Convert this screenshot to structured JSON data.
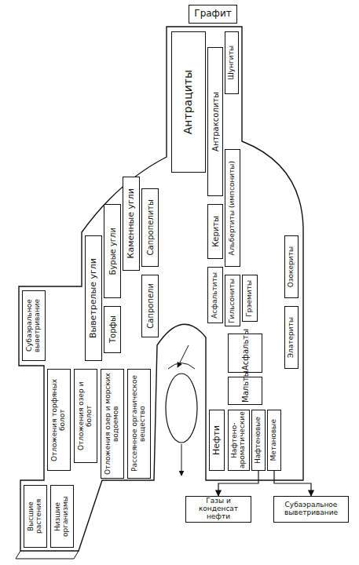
{
  "diagram": {
    "nodes": [
      {
        "text": [
          "Графит"
        ]
      },
      {
        "text": [
          "Шунгиты"
        ]
      },
      {
        "text": [
          "Антрациты"
        ]
      },
      {
        "text": [
          "Антраксолиты"
        ]
      },
      {
        "text": [
          "Бурые угли"
        ]
      },
      {
        "text": [
          "Каменные угли"
        ]
      },
      {
        "text": [
          "Выветрелые угли"
        ]
      },
      {
        "text": [
          "Альбертиты (импсониты)"
        ]
      },
      {
        "text": [
          "Кериты"
        ]
      },
      {
        "text": [
          "Сапропелиты"
        ]
      },
      {
        "text": [
          "Озокериты"
        ]
      },
      {
        "text": [
          "Асфальтиты"
        ]
      },
      {
        "text": [
          "Гильсониты"
        ]
      },
      {
        "text": [
          "Грэемиты"
        ]
      },
      {
        "text": [
          "Субаэральное выветривание"
        ]
      },
      {
        "text": [
          "Торфы"
        ]
      },
      {
        "text": [
          "Сапропели"
        ]
      },
      {
        "text": [
          "Элатериты"
        ]
      },
      {
        "text": [
          "Асфальты"
        ]
      },
      {
        "text": [
          "Отложения торфяных болот"
        ]
      },
      {
        "text": [
          "Отложения озер и болот"
        ]
      },
      {
        "text": [
          "Отложения озер и морских водоемов"
        ]
      },
      {
        "text": [
          "Мальты"
        ]
      },
      {
        "text": [
          "Рассеянное органическое вещество"
        ]
      },
      {
        "text": [
          "Нефти"
        ]
      },
      {
        "text": [
          "Нафтено-ароматические"
        ]
      },
      {
        "text": [
          "Нафтеновые"
        ]
      },
      {
        "text": [
          "Метановые"
        ]
      },
      {
        "text": [
          "Высшие растения"
        ]
      },
      {
        "text": [
          "Низшие организмы"
        ]
      },
      {
        "text": [
          "Газы и конденсат нефти"
        ]
      },
      {
        "text": [
          "Субаэральное выветривание"
        ]
      }
    ],
    "edges": [
      {
        "from": 26,
        "to": 30,
        "arrow": "to"
      },
      {
        "from": 27,
        "to": 31,
        "arrow": "to"
      }
    ]
  }
}
